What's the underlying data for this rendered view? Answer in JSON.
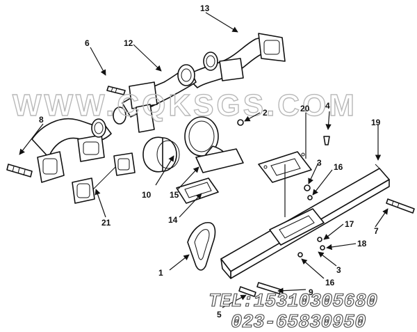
{
  "diagram": {
    "callouts": [
      "1",
      "2",
      "3",
      "3",
      "4",
      "5",
      "6",
      "7",
      "8",
      "9",
      "10",
      "12",
      "13",
      "14",
      "15",
      "16",
      "16",
      "17",
      "18",
      "19",
      "20",
      "21"
    ],
    "watermark": "WWW.CQKSGS.COM",
    "contact_phone": "TEL:15310305680",
    "contact_phone2": "023-65830950"
  },
  "colors": {
    "line": "#111111",
    "watermark": "#b8b8b8",
    "background": "#ffffff"
  }
}
